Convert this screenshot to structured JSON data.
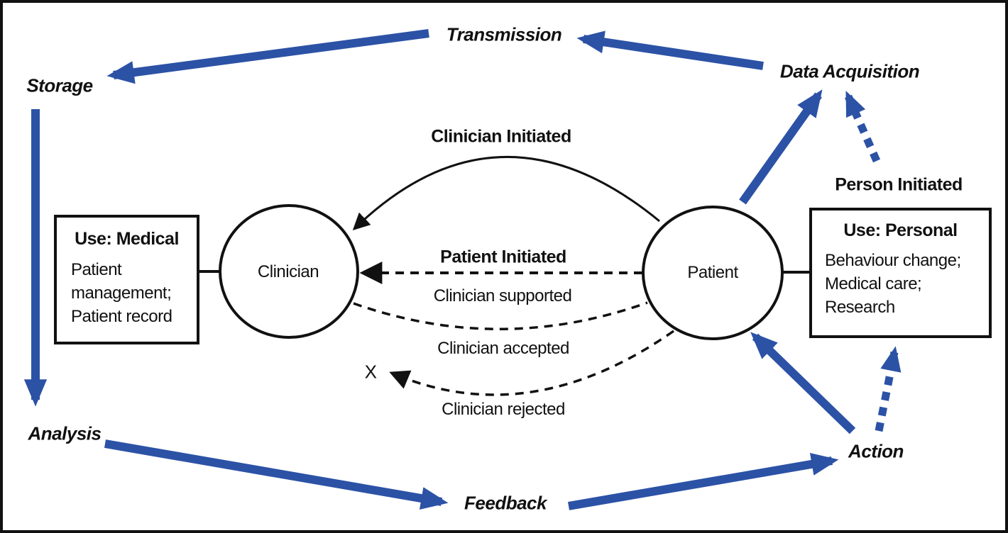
{
  "figure": {
    "cycle_labels": {
      "transmission": "Transmission",
      "storage": "Storage",
      "analysis": "Analysis",
      "feedback": "Feedback",
      "action": "Action",
      "data_acquisition": "Data Acquisition"
    },
    "nodes": {
      "clinician": "Clinician",
      "patient": "Patient"
    },
    "flow_labels": {
      "clinician_initiated": "Clinician Initiated",
      "patient_initiated": "Patient Initiated",
      "person_initiated": "Person Initiated",
      "clinician_supported": "Clinician supported",
      "clinician_accepted": "Clinician accepted",
      "clinician_rejected": "Clinician rejected",
      "rejected_mark": "X"
    },
    "boxes": {
      "medical": {
        "title": "Use: Medical",
        "lines": [
          "Patient",
          "management;",
          "Patient record"
        ]
      },
      "personal": {
        "title": "Use: Personal",
        "lines": [
          "Behaviour change;",
          "Medical care;",
          "Research"
        ]
      }
    },
    "colors": {
      "arrow_blue": "#2C52A6",
      "line_black": "#111111",
      "background": "#FFFFFF"
    }
  }
}
